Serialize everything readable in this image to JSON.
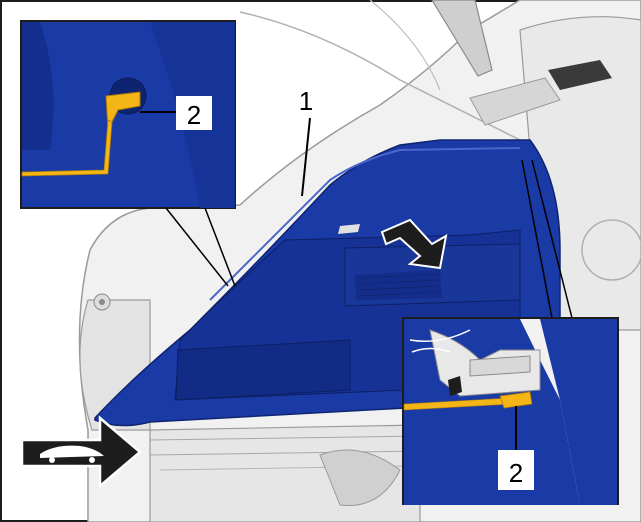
{
  "labels": {
    "part_1": "1",
    "part_2_top_inset": "2",
    "part_2_bottom_inset": "2"
  },
  "icons": {
    "direction_arrow": "vehicle-direction-arrow-icon",
    "removal_arrow": "removal-direction-arrow-icon"
  },
  "colors": {
    "highlight_panel": "#1a3aa6",
    "clip_yellow": "#f4b516",
    "background": "#ffffff",
    "line_art": "#9a9a9a"
  }
}
